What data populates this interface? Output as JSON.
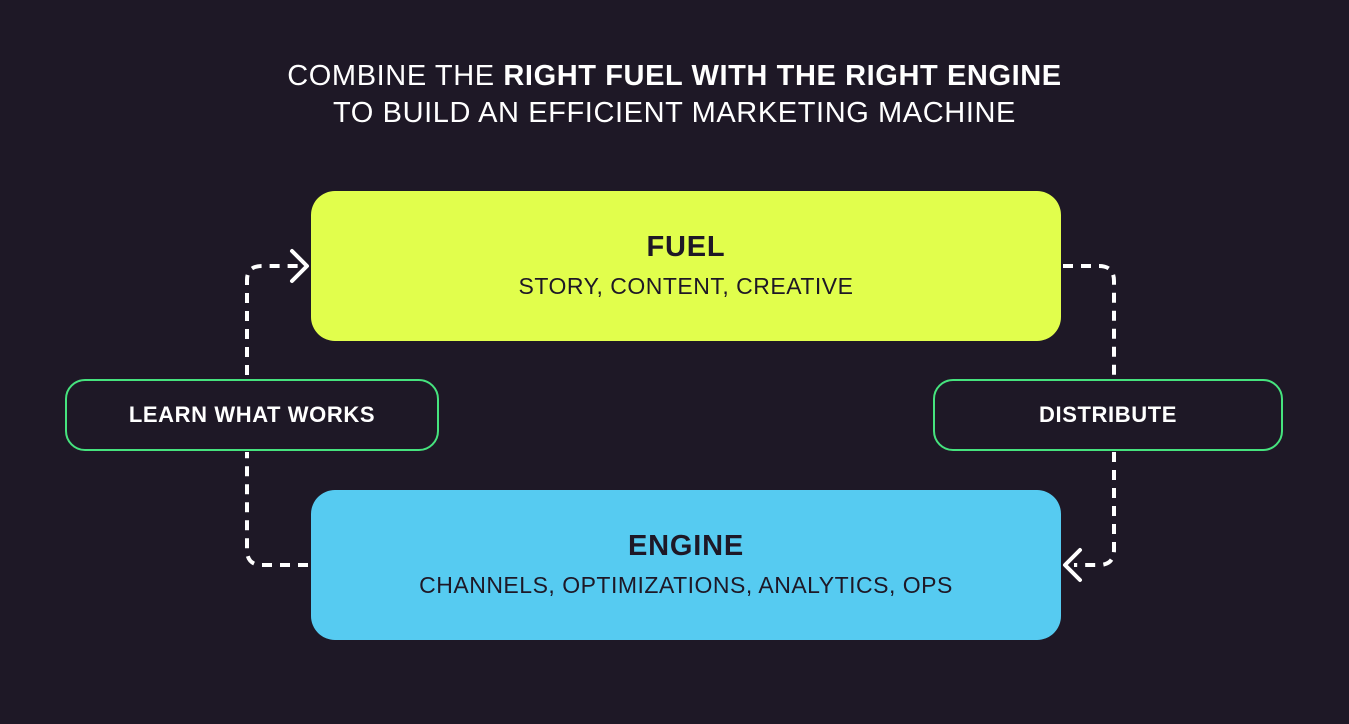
{
  "headline": {
    "line1_pre": "COMBINE THE ",
    "line1_bold": "RIGHT FUEL WITH THE RIGHT ENGINE",
    "line2": "TO BUILD AN EFFICIENT MARKETING MACHINE"
  },
  "fuel": {
    "title": "FUEL",
    "subtitle": "STORY, CONTENT, CREATIVE"
  },
  "engine": {
    "title": "ENGINE",
    "subtitle": "CHANNELS, OPTIMIZATIONS, ANALYTICS, OPS"
  },
  "steps": {
    "learn": "LEARN WHAT WORKS",
    "distribute": "DISTRIBUTE"
  },
  "colors": {
    "background": "#1e1826",
    "fuel": "#e1fe4c",
    "engine": "#56cbf1",
    "pill_border": "#46e37e",
    "connector": "#ffffff"
  }
}
